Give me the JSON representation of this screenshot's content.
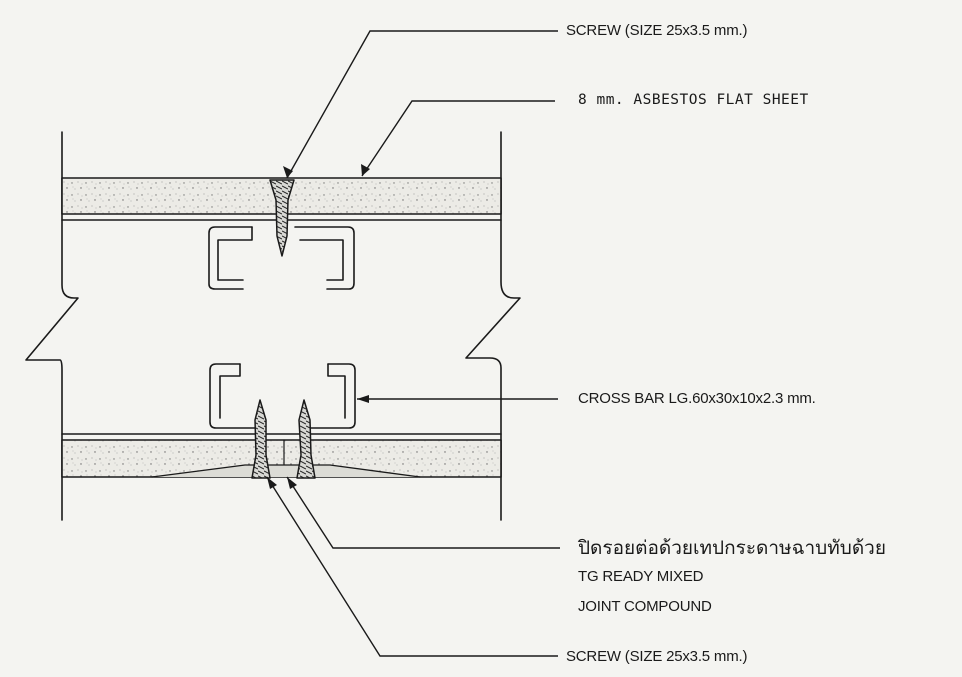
{
  "labels": {
    "screw_top": "SCREW (SIZE 25x3.5 mm.)",
    "asbestos_sheet": "8 mm. ASBESTOS FLAT SHEET",
    "cross_bar": "CROSS BAR LG.60x30x10x2.3 mm.",
    "joint_thai": "ปิดรอยต่อด้วยเทปกระดาษฉาบทับด้วย",
    "joint_line2": "TG READY MIXED",
    "joint_line3": "JOINT COMPOUND",
    "screw_bottom": "SCREW (SIZE 25x3.5 mm.)"
  },
  "colors": {
    "ink": "#1a1a1a",
    "paper": "#f4f4f1",
    "sheet_fill": "#ecebe6"
  }
}
